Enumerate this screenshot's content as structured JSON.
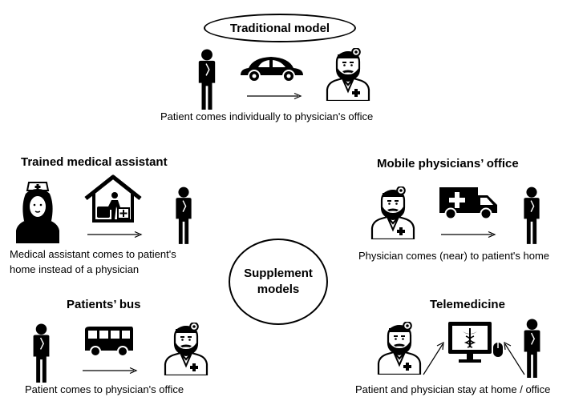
{
  "traditional": {
    "title": "Traditional model",
    "caption": "Patient comes individually to physician's office",
    "icons": [
      "patient-icon",
      "car-icon",
      "arrow-icon",
      "physician-icon"
    ]
  },
  "center": {
    "title_line1": "Supplement",
    "title_line2": "models"
  },
  "assistant": {
    "title": "Trained medical assistant",
    "caption_line1": "Medical assistant comes to patient's",
    "caption_line2": "home instead of a physician",
    "icons": [
      "nurse-icon",
      "house-icon",
      "arrow-icon",
      "patient-icon"
    ]
  },
  "mobile": {
    "title": "Mobile physicians’ office",
    "caption": "Physician comes (near) to patient's home",
    "icons": [
      "physician-icon",
      "ambulance-icon",
      "arrow-icon",
      "patient-icon"
    ]
  },
  "bus": {
    "title": "Patients’ bus",
    "caption": "Patient comes to physician's office",
    "icons": [
      "patient-icon",
      "bus-icon",
      "arrow-icon",
      "physician-icon"
    ]
  },
  "telemedicine": {
    "title": "Telemedicine",
    "caption": "Patient and physician stay at home / office",
    "icons": [
      "physician-icon",
      "computer-icon",
      "arrow-icon",
      "patient-icon"
    ]
  }
}
